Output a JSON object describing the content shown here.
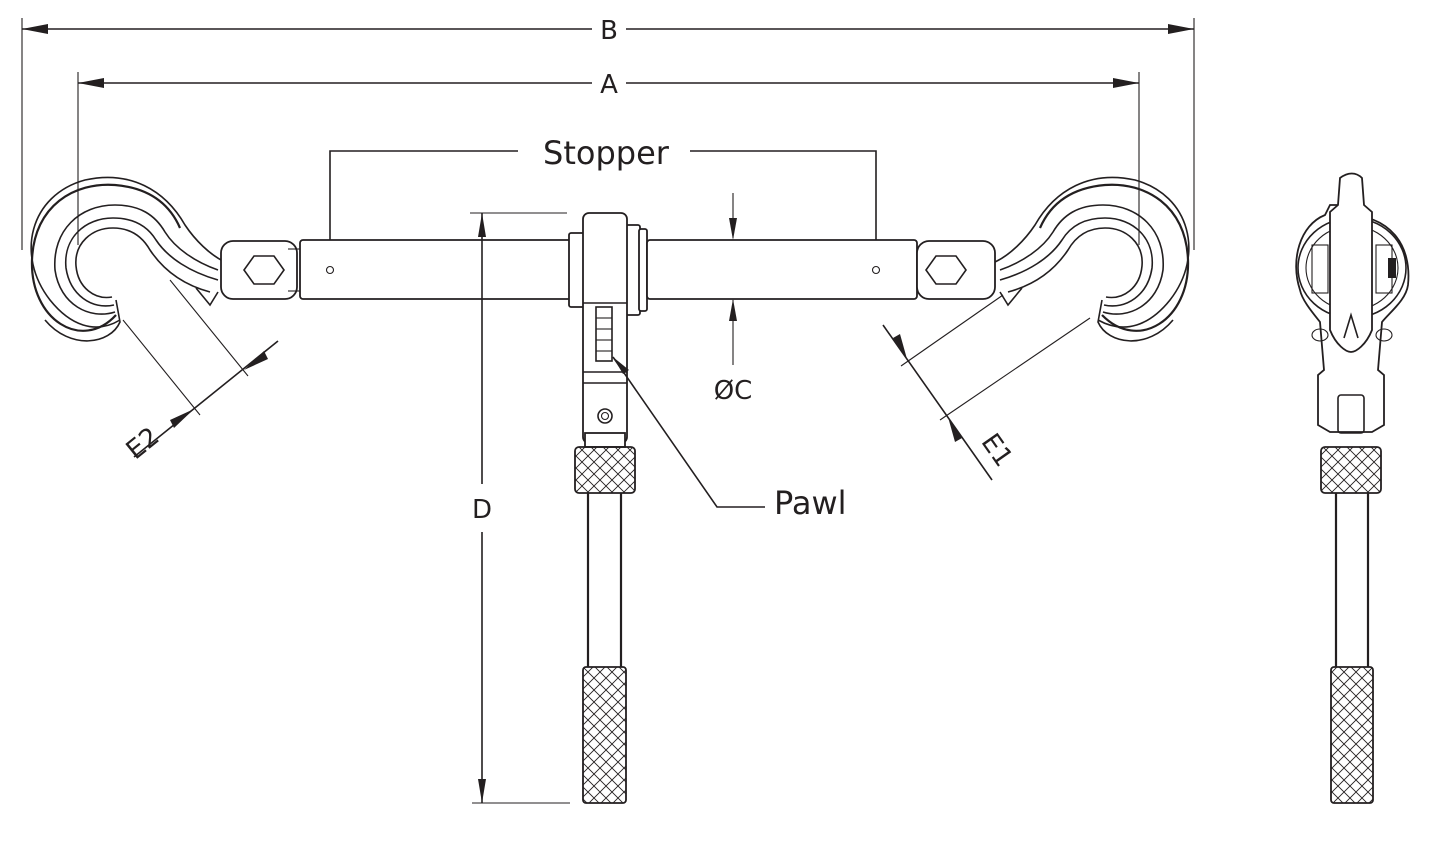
{
  "drawing": {
    "title": "Ratchet Load Binder — Dimension Drawing",
    "line_color": "#231f20",
    "background_color": "#ffffff"
  },
  "dimensions": {
    "overall_length": {
      "label": "B"
    },
    "hook_to_hook_length": {
      "label": "A"
    },
    "body_diameter": {
      "label": "ØC"
    },
    "handle_length": {
      "label": "D"
    },
    "hook_throat_right": {
      "label": "E1"
    },
    "hook_throat_left": {
      "label": "E2"
    }
  },
  "callouts": {
    "stopper": {
      "label": "Stopper"
    },
    "pawl": {
      "label": "Pawl"
    }
  },
  "views": {
    "front": {
      "name": "front-view"
    },
    "side": {
      "name": "side-view"
    }
  }
}
